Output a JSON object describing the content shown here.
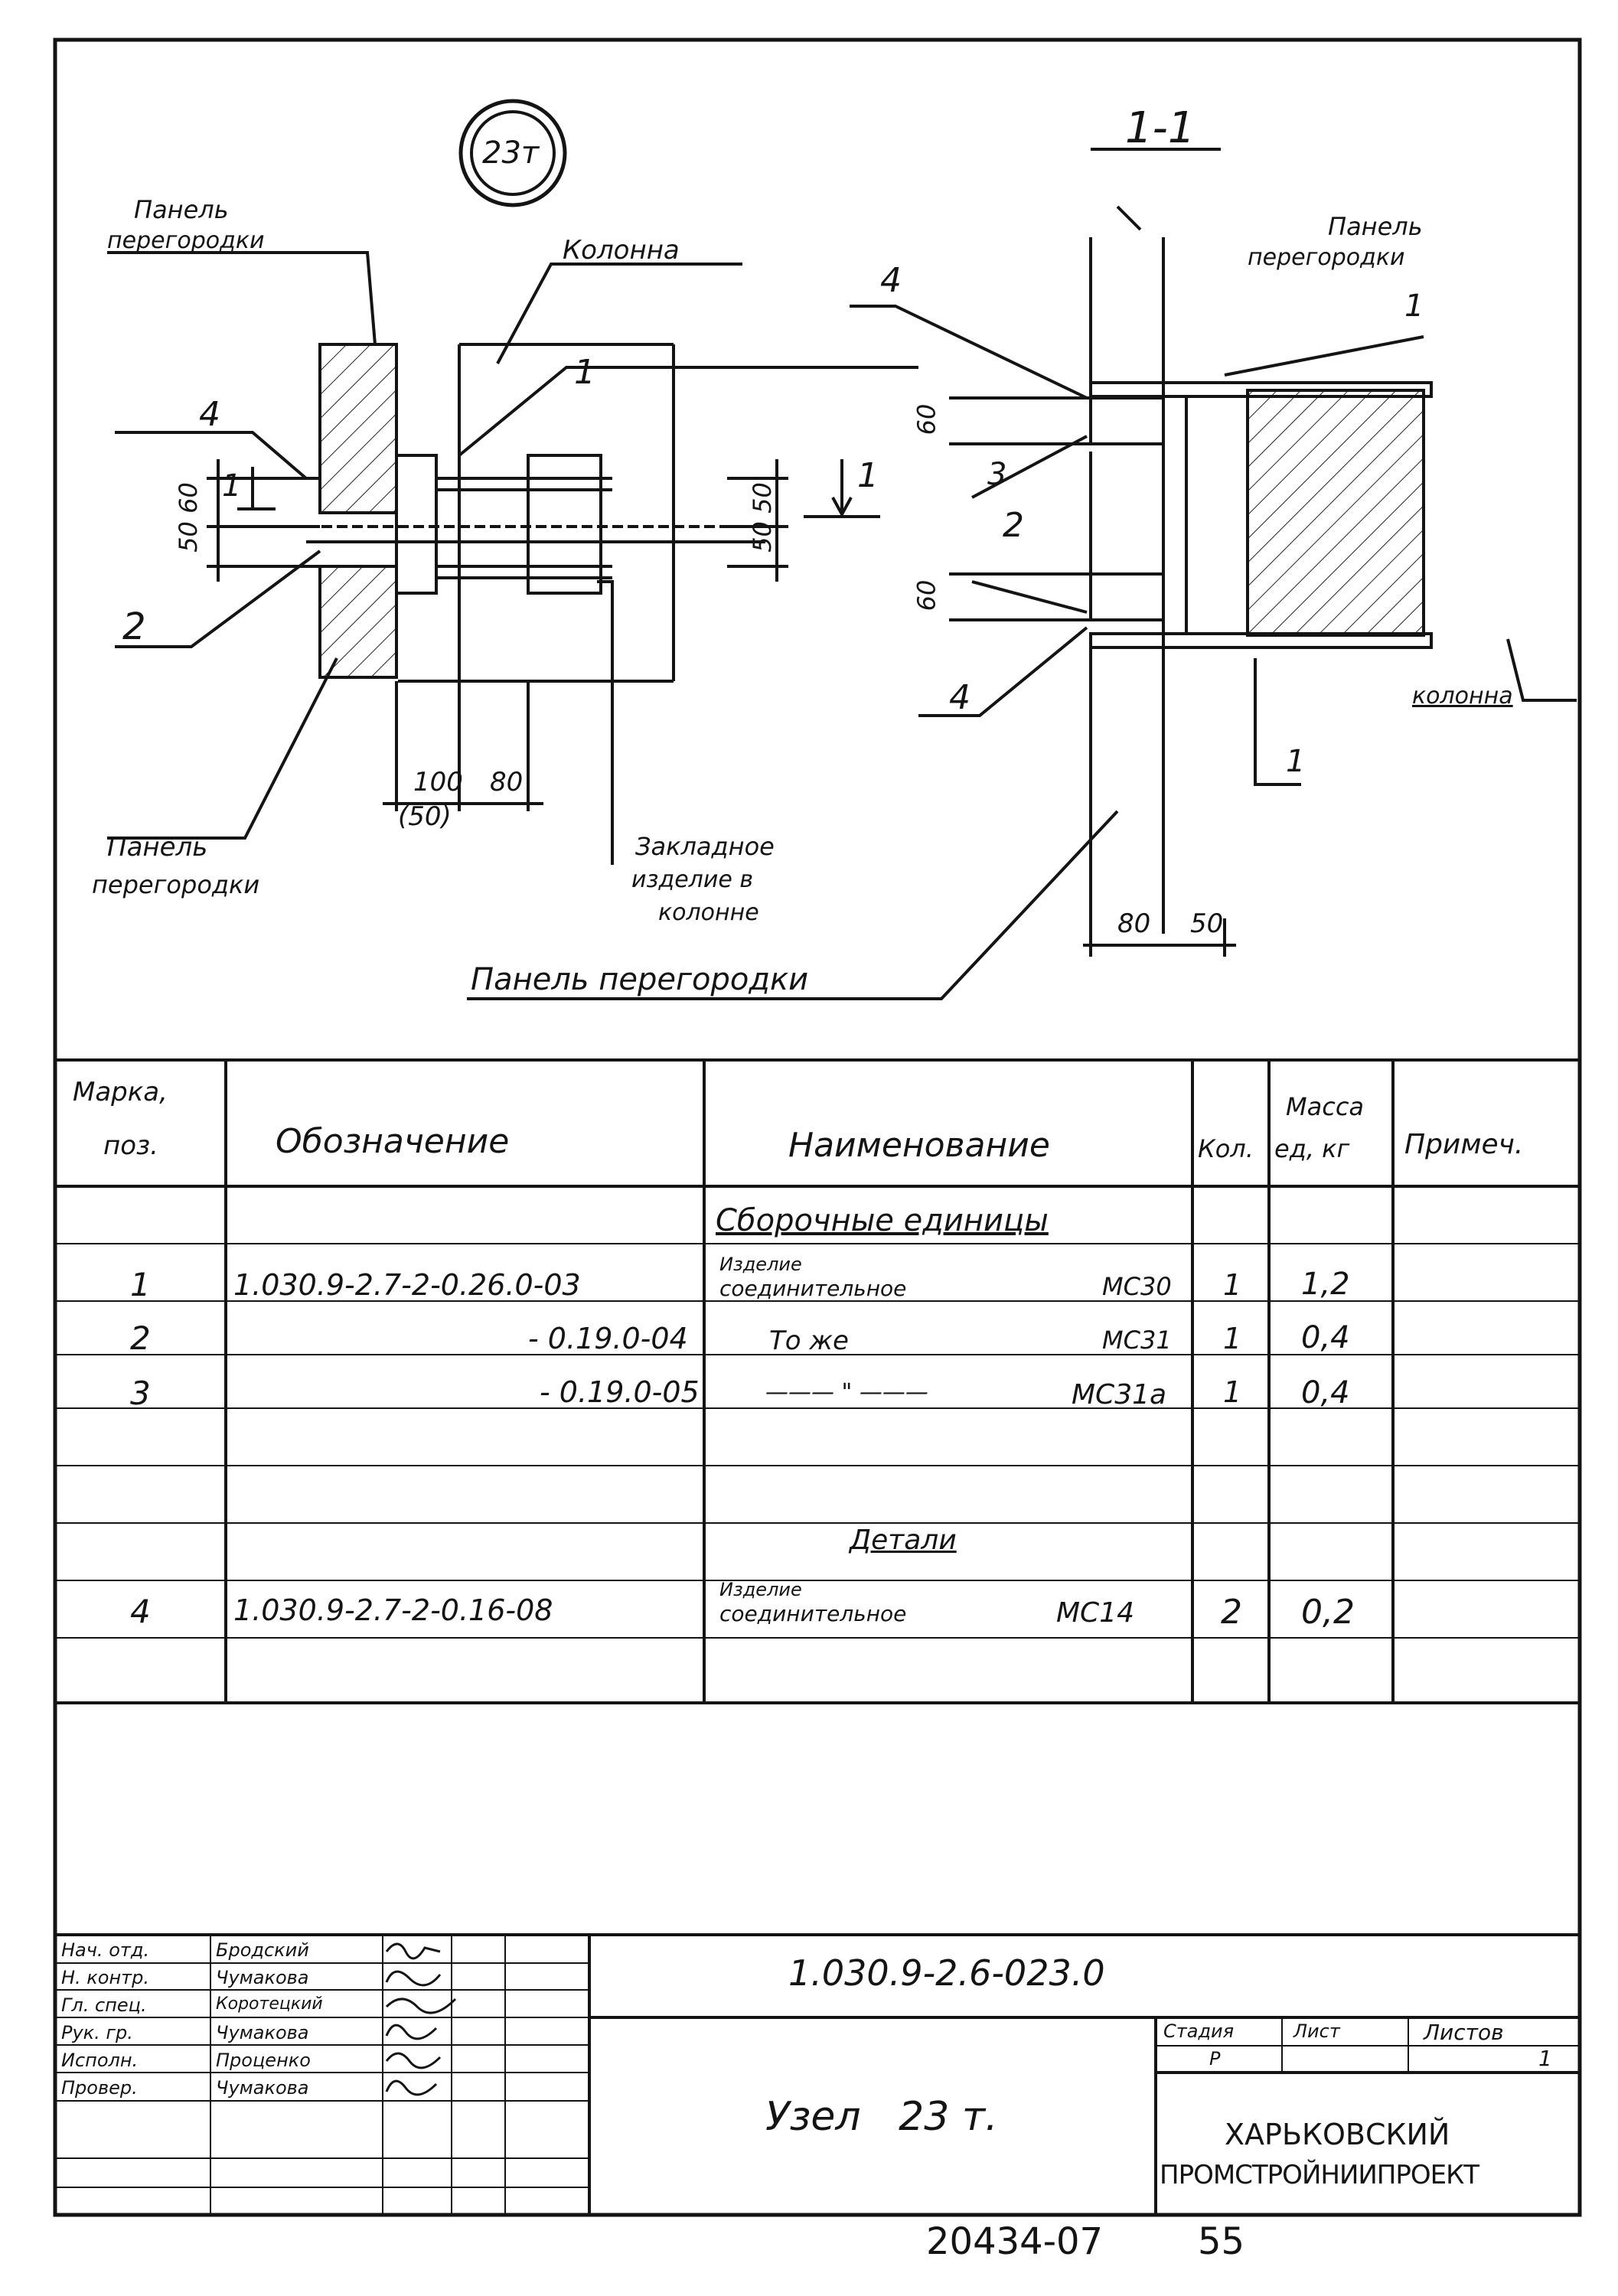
{
  "drawing": {
    "node_mark": "23т",
    "section_title": "1-1",
    "plan_labels": {
      "panel_top_1": "Панель",
      "panel_top_2": "перегородки",
      "column": "Колонна",
      "pos1": "1",
      "pos4": "4",
      "pos2": "2",
      "dim_50_60": "50 60",
      "dim_50_50": "50 50",
      "section_mark_left": "1",
      "section_mark_right": "1",
      "dim_100": "100",
      "dim_50p": "(50)",
      "dim_80": "80",
      "panel_bottom_1": "Панель",
      "panel_bottom_2": "перегородки",
      "embed_1": "Закладное",
      "embed_2": "изделие в",
      "embed_3": "колонне",
      "panel_long": "Панель перегородки"
    },
    "section_labels": {
      "panel_1": "Панель",
      "panel_2": "перегородки",
      "pos1_top": "1",
      "pos4_top": "4",
      "dim60_top": "60",
      "pos3": "3",
      "pos2": "2",
      "dim60_bottom": "60",
      "pos4_bottom": "4",
      "column": "колонна",
      "pos1_bottom": "1",
      "dim_80": "80",
      "dim_50": "50"
    }
  },
  "spec_table": {
    "headers": {
      "mark_1": "Марка,",
      "mark_2": "поз.",
      "designation": "Обозначение",
      "name": "Наименование",
      "qty": "Кол.",
      "mass_1": "Масса",
      "mass_2": "ед, кг",
      "note": "Примеч."
    },
    "section_assembly": "Сборочные единицы",
    "section_details": "Детали",
    "rows": [
      {
        "pos": "1",
        "designation": "1.030.9-2.7-2-0.26.0-03",
        "name_1": "Изделие",
        "name_2": "соединительное",
        "code": "МС30",
        "qty": "1",
        "mass": "1,2"
      },
      {
        "pos": "2",
        "designation": "- 0.19.0-04",
        "name_1": "",
        "name_2": "То же",
        "code": "МС31",
        "qty": "1",
        "mass": "0,4"
      },
      {
        "pos": "3",
        "designation": "- 0.19.0-05",
        "name_1": "",
        "name_2": "——— \" ———",
        "code": "МС31а",
        "qty": "1",
        "mass": "0,4"
      },
      {
        "pos": "4",
        "designation": "1.030.9-2.7-2-0.16-08",
        "name_1": "Изделие",
        "name_2": "соединительное",
        "code": "МС14",
        "qty": "2",
        "mass": "0,2"
      }
    ]
  },
  "title_block": {
    "roles": [
      "Нач. отд.",
      "Н. контр.",
      "Гл. спец.",
      "Рук. гр.",
      "Исполн.",
      "Провер."
    ],
    "names": [
      "Бродский",
      "Чумакова",
      "Коротецкий",
      "Чумакова",
      "Проценко",
      "Чумакова"
    ],
    "doc_code": "1.030.9-2.6-023.0",
    "title": "Узел   23 т.",
    "stage_label": "Стадия",
    "sheet_label": "Лист",
    "sheets_label": "Листов",
    "stage_value": "Р",
    "sheets_value": "1",
    "org_1": "ХАРЬКОВСКИЙ",
    "org_2": "ПРОМСТРОЙНИИПРОЕКТ"
  },
  "footer": {
    "archive_no": "20434-07",
    "page_no": "55"
  }
}
